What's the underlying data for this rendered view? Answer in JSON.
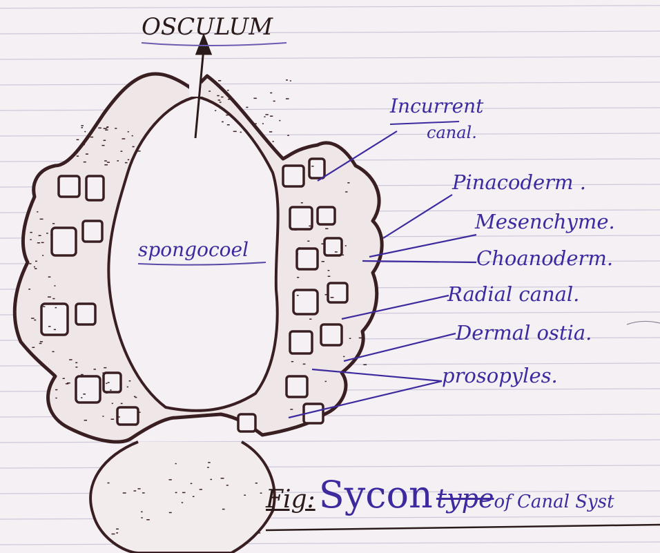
{
  "diagram": {
    "title_top": "OSCULUM",
    "center_label": "spongocoel",
    "labels": {
      "incurrent_line1": "Incurrent",
      "incurrent_line2": "canal.",
      "pinacoderm": "Pinacoderm .",
      "mesenchyme": "Mesenchyme.",
      "choanoderm": "Choanoderm.",
      "radial": "Radial canal.",
      "dermal": "Dermal ostia.",
      "prosopyles": "prosopyles."
    },
    "caption_prefix": "Fig:",
    "caption_main": "Sycon",
    "caption_type": "type",
    "caption_rest": "of Canal Syst"
  },
  "colors": {
    "ink_outline": "#3a1f22",
    "ink_labels": "#3d2a9e",
    "paper": "#f4f0f3",
    "ruled_lines": "#c9c3d8"
  }
}
